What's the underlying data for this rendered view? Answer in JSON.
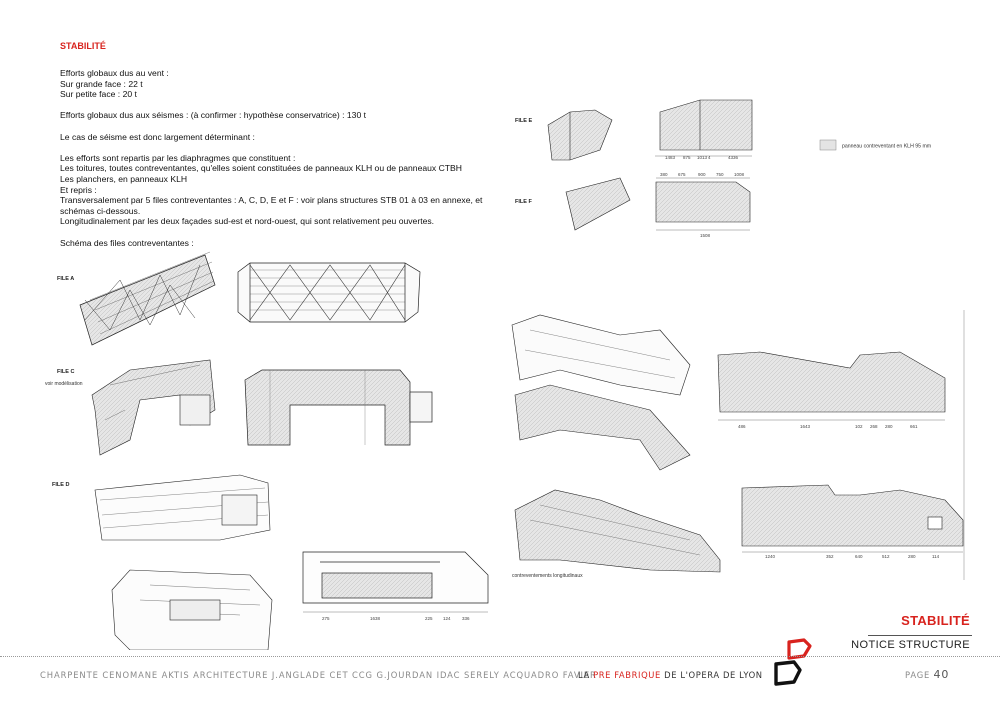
{
  "section_title": "STABILITÉ",
  "paragraphs": {
    "wind_title": "Efforts globaux dus au vent :",
    "wind_large": "Sur grande face : 22 t",
    "wind_small": "Sur petite face : 20 t",
    "seismic": "Efforts globaux dus aux séismes : (à confirmer : hypothèse conservatrice) : 130 t",
    "determinant": "Le cas de séisme est donc largement  déterminant :",
    "efforts": "Les efforts  sont repartis par les diaphragmes que constituent :",
    "roofs": "Les toitures, toutes contreventantes, qu'elles soient constituées de panneaux KLH ou de panneaux CTBH",
    "floors": "Les planchers, en panneaux KLH",
    "taken": "Et repris :",
    "transversal": "Transversalement par  5 files contreventantes : A, C, D, E et F : voir plans structures STB 01 à 03 en annexe, et schémas ci-dessous.",
    "longitudinal": "Longitudinalement par les deux façades sud-est et nord-ouest, qui sont relativement peu ouvertes.",
    "schema": "Schéma des files contreventantes :"
  },
  "labels": {
    "file_a": "FILE A",
    "file_c": "FILE C",
    "file_c_note": "voir modélisation",
    "file_d": "FILE D",
    "file_e": "FILE E",
    "file_f": "FILE F",
    "legend_text": "panneau contreventant en KLH 95 mm",
    "long_bracing": "contreventements longitudinaux"
  },
  "dims": {
    "e": [
      "1483",
      "875",
      "1013",
      "4",
      "4336"
    ],
    "f_top": [
      "380",
      "675",
      "900",
      "750",
      "1008"
    ],
    "f_bottom": "1508",
    "long_top": [
      "486",
      "1643",
      "102",
      "268",
      "280",
      "661"
    ],
    "long_bottom": [
      "1240",
      "352",
      "640",
      "512",
      "280",
      "114"
    ],
    "d": [
      "275",
      "1638",
      "225",
      "124",
      "336"
    ]
  },
  "title_block": {
    "title": "STABILITÉ",
    "subtitle": "NOTICE STRUCTURE"
  },
  "footer": {
    "partners": "CHARPENTE CENOMANE  AKTIS ARCHITECTURE  J.ANGLADE  CET  CCG  G.JOURDAN  IDAC  SERELY  ACQUADRO FAVIER",
    "project_prefix": "LA ",
    "project_highlight": "PRE FABRIQUE",
    "project_suffix": " DE L'OPERA DE LYON",
    "page_label": "PAGE ",
    "page_number": "40"
  },
  "colors": {
    "accent": "#d8231e",
    "panel_fill": "#e4e4e4",
    "footer_gray": "#8a8a8a"
  }
}
